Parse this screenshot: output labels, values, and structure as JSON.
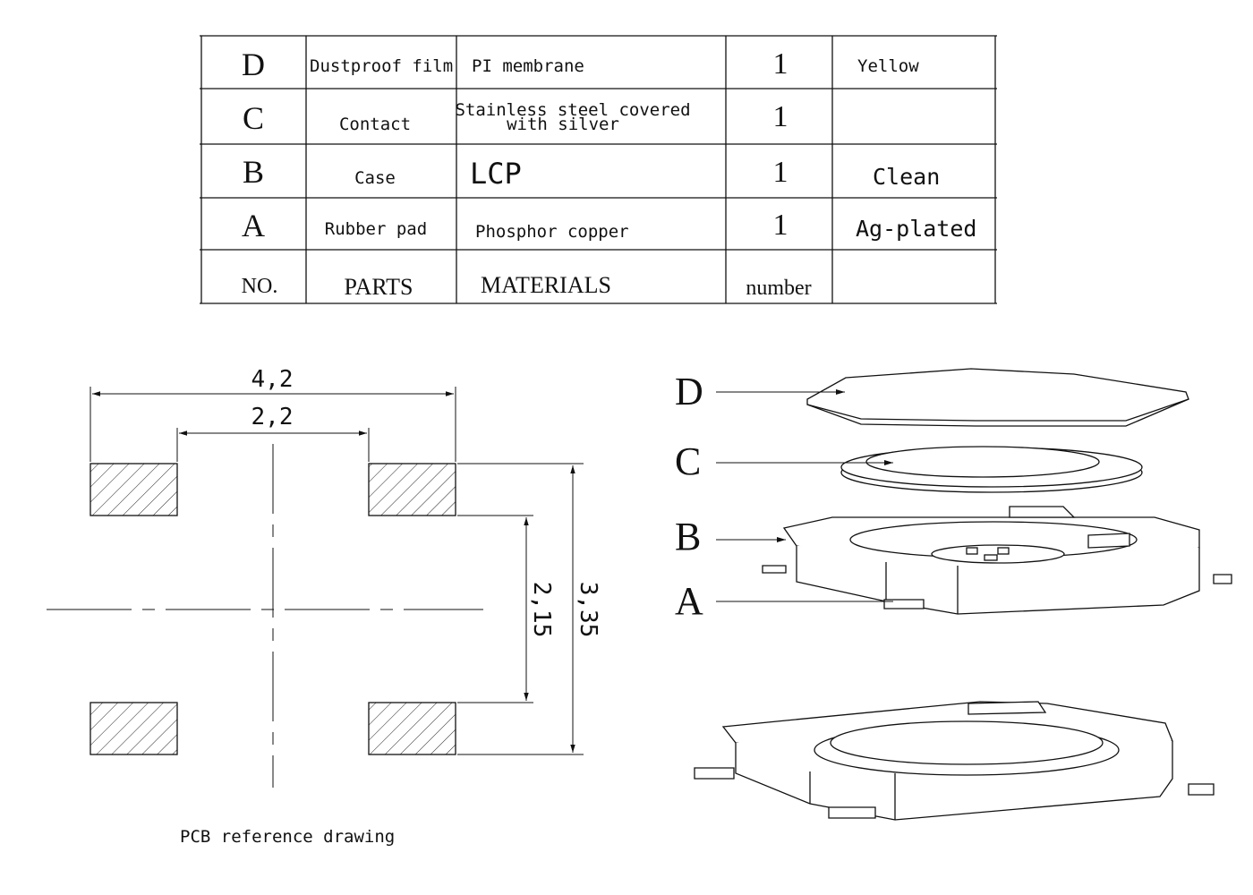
{
  "bom": {
    "rows": [
      {
        "no": "D",
        "part": "Dustproof film",
        "material": "PI membrane",
        "number": "1",
        "note": "Yellow"
      },
      {
        "no": "C",
        "part": "Contact",
        "material_line1": "Stainless steel covered",
        "material_line2": "with silver",
        "number": "1",
        "note": ""
      },
      {
        "no": "B",
        "part": "Case",
        "material": "LCP",
        "number": "1",
        "note": "Clean"
      },
      {
        "no": "A",
        "part": "Rubber pad",
        "material": "Phosphor copper",
        "number": "1",
        "note": "Ag-plated"
      }
    ],
    "header": {
      "no": "NO.",
      "part": "PARTS",
      "material": "MATERIALS",
      "number": "number",
      "note": ""
    }
  },
  "pcb": {
    "dim_total_width": "4,2",
    "dim_inner_width": "2,2",
    "dim_inner_height": "2,15",
    "dim_total_height": "3,35",
    "caption": "PCB reference drawing"
  },
  "exploded": {
    "labels": {
      "d": "D",
      "c": "C",
      "b": "B",
      "a": "A"
    }
  }
}
